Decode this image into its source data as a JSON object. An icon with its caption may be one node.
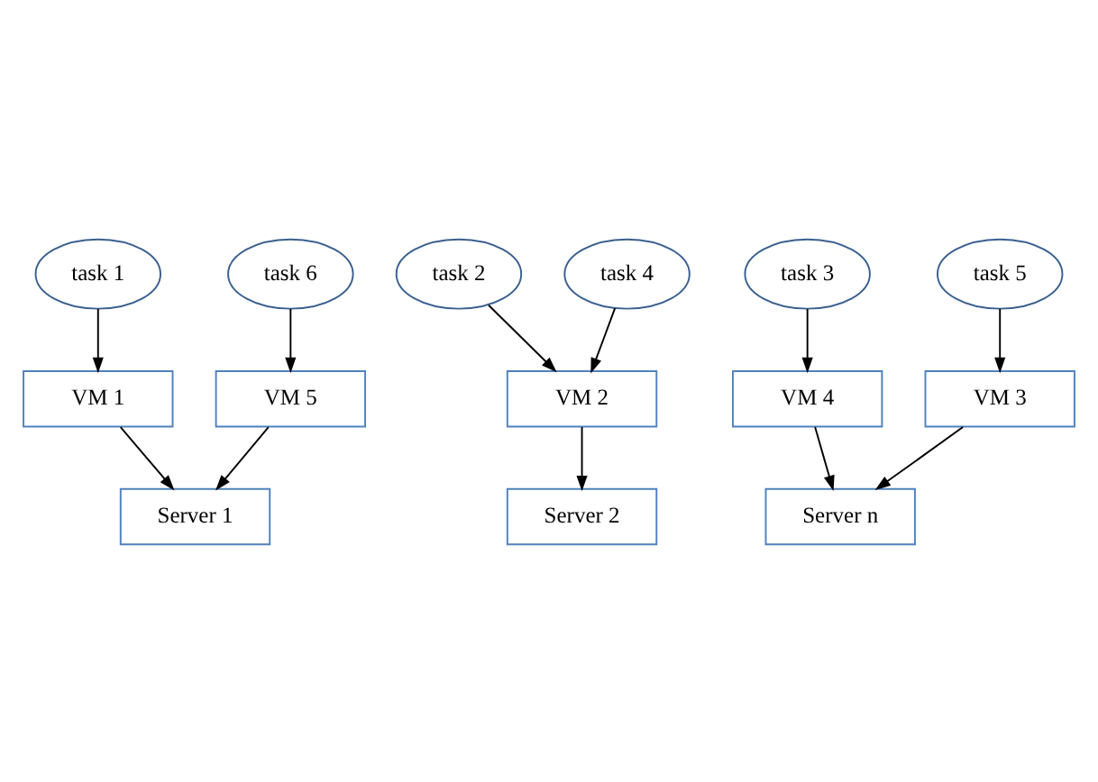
{
  "diagram": {
    "nodes": [
      {
        "text": [
          "task 1"
        ]
      },
      {
        "text": [
          "task 6"
        ]
      },
      {
        "text": [
          "task 2"
        ]
      },
      {
        "text": [
          "task 4"
        ]
      },
      {
        "text": [
          "task 3"
        ]
      },
      {
        "text": [
          "task 5"
        ]
      },
      {
        "text": [
          "VM 1"
        ]
      },
      {
        "text": [
          "VM 2"
        ]
      },
      {
        "text": [
          "VM 4"
        ]
      },
      {
        "text": [
          "VM 5"
        ]
      },
      {
        "text": [
          "VM 3"
        ]
      },
      {
        "text": [
          "Server 1"
        ]
      },
      {
        "text": [
          "Server 2"
        ]
      },
      {
        "text": [
          "Server n"
        ]
      }
    ],
    "edges": [
      {
        "from": 0,
        "to": 6,
        "arrow": "to"
      },
      {
        "from": 1,
        "to": 9,
        "arrow": "to"
      },
      {
        "from": 2,
        "to": 7,
        "arrow": "to"
      },
      {
        "from": 3,
        "to": 7,
        "arrow": "to"
      },
      {
        "from": 4,
        "to": 8,
        "arrow": "to"
      },
      {
        "from": 5,
        "to": 10,
        "arrow": "to"
      },
      {
        "from": 6,
        "to": 11,
        "arrow": "to"
      },
      {
        "from": 9,
        "to": 11,
        "arrow": "to"
      },
      {
        "from": 7,
        "to": 12,
        "arrow": "to"
      },
      {
        "from": 8,
        "to": 13,
        "arrow": "to"
      },
      {
        "from": 10,
        "to": 13,
        "arrow": "to"
      }
    ]
  }
}
